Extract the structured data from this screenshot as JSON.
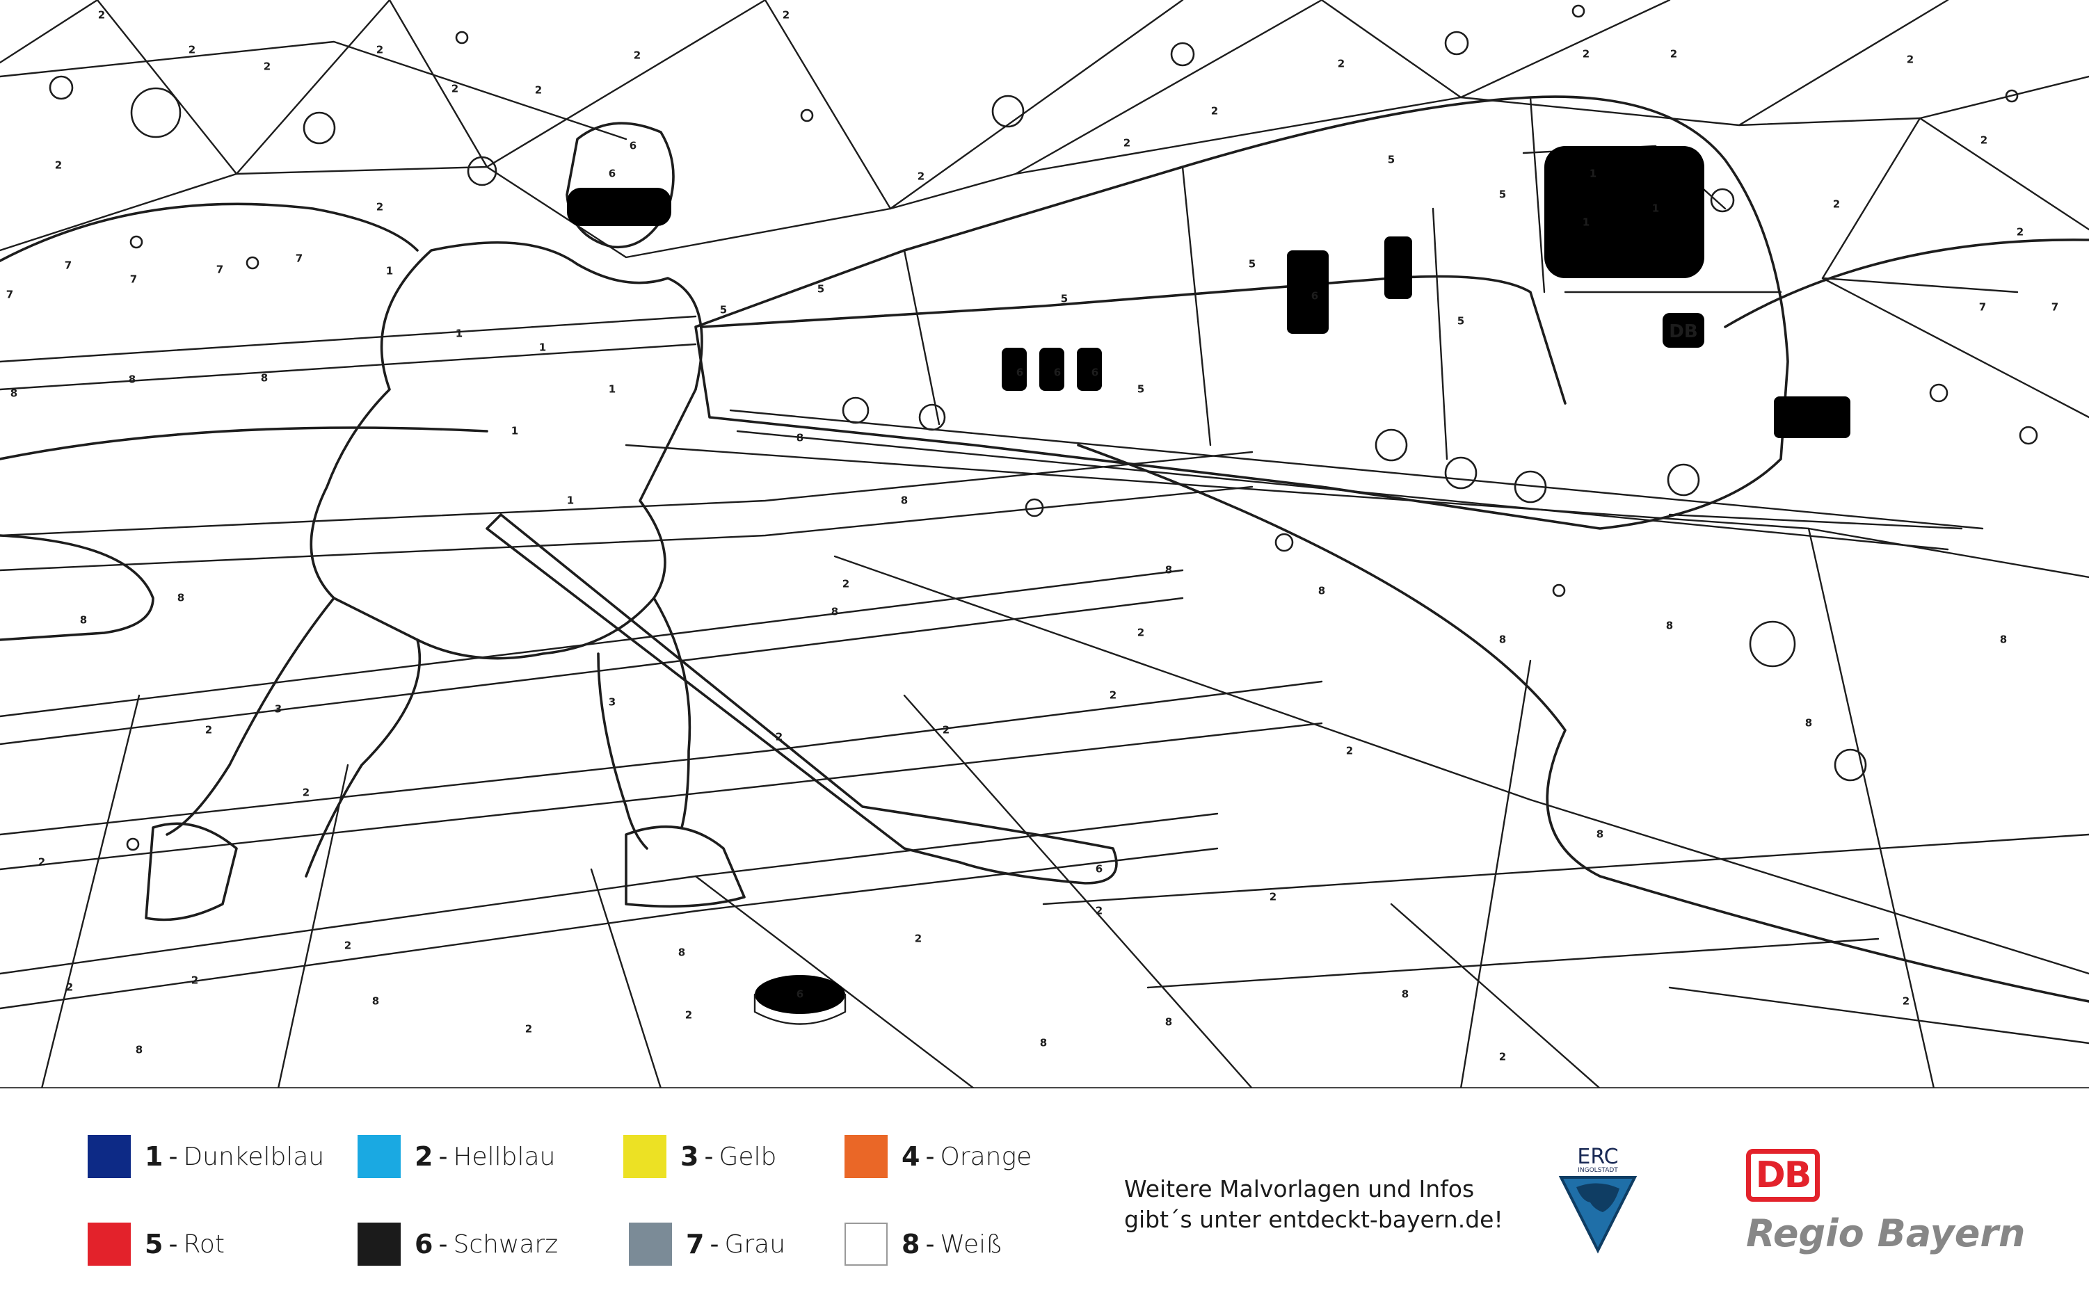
{
  "coloring_page": {
    "legend": [
      {
        "number": "1",
        "name": "Dunkelblau",
        "color": "#0d2a86"
      },
      {
        "number": "2",
        "name": "Hellblau",
        "color": "#1aa9e2"
      },
      {
        "number": "3",
        "name": "Gelb",
        "color": "#ece124"
      },
      {
        "number": "4",
        "name": "Orange",
        "color": "#ea6727"
      },
      {
        "number": "5",
        "name": "Rot",
        "color": "#e3222b"
      },
      {
        "number": "6",
        "name": "Schwarz",
        "color": "#1b1b1b"
      },
      {
        "number": "7",
        "name": "Grau",
        "color": "#7b8b97"
      },
      {
        "number": "8",
        "name": "Weiß",
        "color": "#ffffff"
      }
    ],
    "separator": "-",
    "info_line_1": "Weitere Malvorlagen und Infos",
    "info_line_2": "gibt´s unter entdeckt-bayern.de!",
    "erc_logo_text": "ERC",
    "erc_logo_subtext": "INGOLSTADT",
    "db_logo_text": "DB",
    "db_region_text": "Regio Bayern",
    "train_badge_text": "DB",
    "accent_colors": {
      "db_red": "#e3222b",
      "erc_blue": "#1f6fa8",
      "region_grey": "#878787"
    }
  }
}
